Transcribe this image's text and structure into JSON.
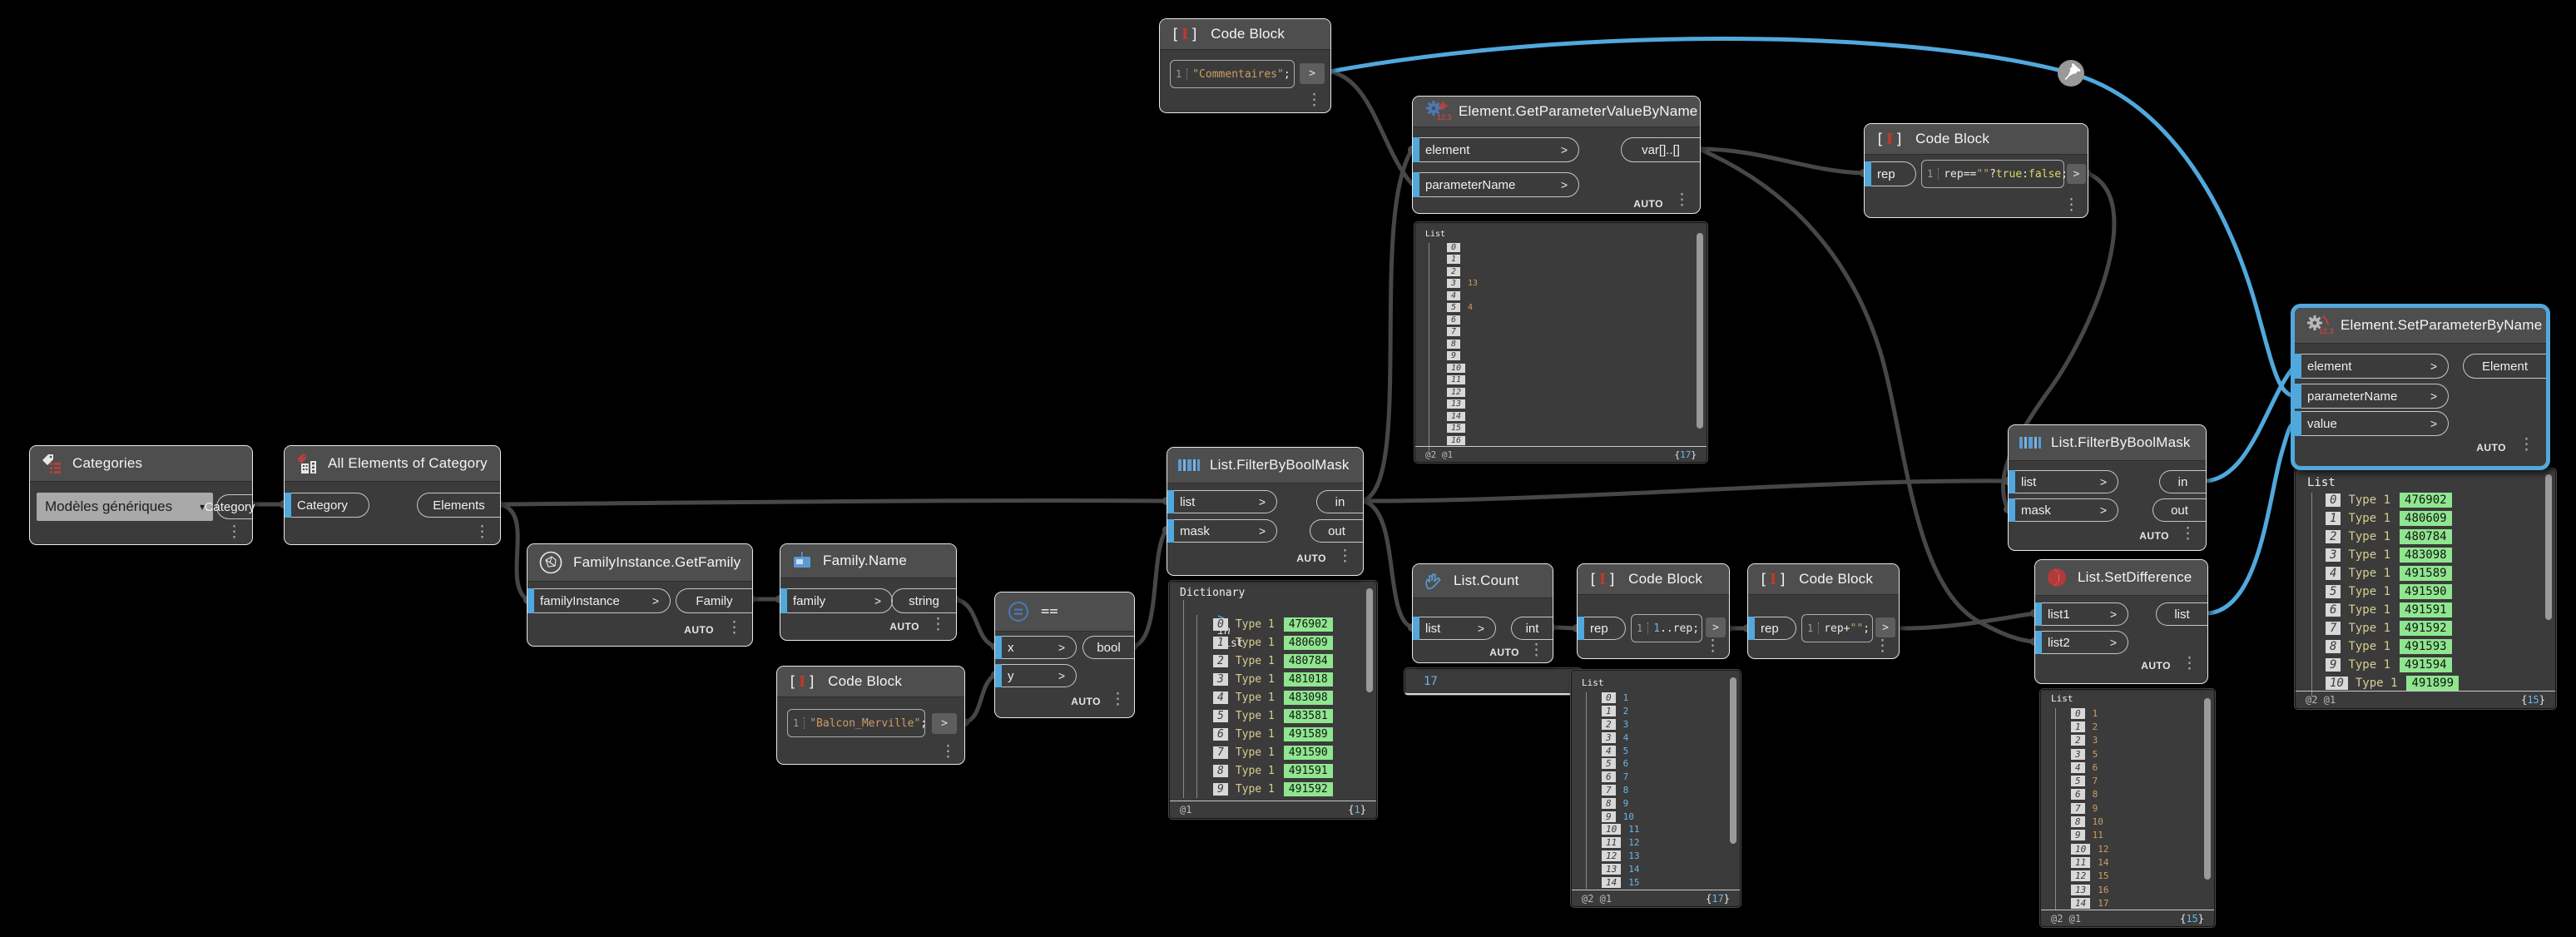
{
  "ui": {
    "chevron": ">",
    "ellipsis": "⋮",
    "caret": "▾",
    "open_brace": "{",
    "close_brace": "}",
    "bracket_l": "[",
    "bracket_i": "I",
    "bracket_r": "]",
    "branch_chevron": ">"
  },
  "colors": {
    "accent": "#51A8DD",
    "node_bg": "#3B3B3B",
    "header_bg": "#4E4E4E",
    "green_badge": "#8FE68F",
    "string_orange": "#CE9C62",
    "number_blue": "#6CB5E8"
  },
  "nodes": {
    "cb1": {
      "title": "Code Block",
      "line_no": "1",
      "code": [
        {
          "text": "\"Commentaires\"",
          "cls": "str"
        },
        {
          "text": ";",
          "cls": "pln"
        }
      ]
    },
    "getparam": {
      "title": "Element.GetParameterValueByName",
      "badge": "12.3",
      "in1": "element",
      "in2": "parameterName",
      "out1": "var[]..[]",
      "lacing": "AUTO"
    },
    "cb2": {
      "title": "Code Block",
      "in1": "rep",
      "line_no": "1",
      "code": [
        {
          "text": "rep==",
          "cls": "pln"
        },
        {
          "text": "\"\"",
          "cls": "str"
        },
        {
          "text": "?",
          "cls": "pln"
        },
        {
          "text": "true",
          "cls": "kw"
        },
        {
          "text": ":",
          "cls": "pln"
        },
        {
          "text": "false",
          "cls": "kw"
        },
        {
          "text": ";",
          "cls": "pln"
        }
      ]
    },
    "setparam": {
      "title": "Element.SetParameterByName",
      "badge": "12.3",
      "in1": "element",
      "in2": "parameterName",
      "in3": "value",
      "out1": "Element",
      "lacing": "AUTO"
    },
    "categories": {
      "title": "Categories",
      "dropdown_value": "Modèles génériques",
      "out1": "Category"
    },
    "allelem": {
      "title": "All Elements of Category",
      "in1": "Category",
      "out1": "Elements"
    },
    "getfamily": {
      "title": "FamilyInstance.GetFamily",
      "in1": "familyInstance",
      "out1": "Family",
      "lacing": "AUTO"
    },
    "famname": {
      "title": "Family.Name",
      "in1": "family",
      "out1": "string",
      "lacing": "AUTO"
    },
    "eq": {
      "title": "==",
      "in1": "x",
      "in2": "y",
      "out1": "bool",
      "lacing": "AUTO"
    },
    "cb3": {
      "title": "Code Block",
      "line_no": "1",
      "code": [
        {
          "text": "\"Balcon_Merville\"",
          "cls": "str"
        },
        {
          "text": ";",
          "cls": "pln"
        }
      ]
    },
    "fbm1": {
      "title": "List.FilterByBoolMask",
      "in1": "list",
      "in2": "mask",
      "out1": "in",
      "out2": "out",
      "lacing": "AUTO"
    },
    "count": {
      "title": "List.Count",
      "in1": "list",
      "out1": "int",
      "lacing": "AUTO"
    },
    "cb4": {
      "title": "Code Block",
      "in1": "rep",
      "line_no": "1",
      "code": [
        {
          "text": "1",
          "cls": "num"
        },
        {
          "text": "..rep;",
          "cls": "pln"
        }
      ]
    },
    "cb5": {
      "title": "Code Block",
      "in1": "rep",
      "line_no": "1",
      "code": [
        {
          "text": "rep+",
          "cls": "pln"
        },
        {
          "text": "\"\"",
          "cls": "str"
        },
        {
          "text": ";",
          "cls": "pln"
        }
      ]
    },
    "fbm2": {
      "title": "List.FilterByBoolMask",
      "in1": "list",
      "in2": "mask",
      "out1": "in",
      "out2": "out",
      "lacing": "AUTO"
    },
    "setdiff": {
      "title": "List.SetDifference",
      "in1": "list1",
      "in2": "list2",
      "out1": "list",
      "lacing": "AUTO"
    }
  },
  "previews": {
    "param_values": {
      "header": "List",
      "footer_left": "@2 @1",
      "count": "17",
      "rows": [
        {
          "i": "0",
          "v": ""
        },
        {
          "i": "1",
          "v": ""
        },
        {
          "i": "2",
          "v": ""
        },
        {
          "i": "3",
          "v": "13"
        },
        {
          "i": "4",
          "v": ""
        },
        {
          "i": "5",
          "v": "4"
        },
        {
          "i": "6",
          "v": ""
        },
        {
          "i": "7",
          "v": ""
        },
        {
          "i": "8",
          "v": ""
        },
        {
          "i": "9",
          "v": ""
        },
        {
          "i": "10",
          "v": ""
        },
        {
          "i": "11",
          "v": ""
        },
        {
          "i": "12",
          "v": ""
        },
        {
          "i": "13",
          "v": ""
        },
        {
          "i": "14",
          "v": ""
        },
        {
          "i": "15",
          "v": ""
        },
        {
          "i": "16",
          "v": ""
        }
      ]
    },
    "dict": {
      "header": "Dictionary",
      "branch_in": "in",
      "branch_list": "List",
      "footer_left": "@1",
      "count": "1",
      "rows": [
        {
          "i": "0",
          "t": "Type 1",
          "v": "476902"
        },
        {
          "i": "1",
          "t": "Type 1",
          "v": "480609"
        },
        {
          "i": "2",
          "t": "Type 1",
          "v": "480784"
        },
        {
          "i": "3",
          "t": "Type 1",
          "v": "481018"
        },
        {
          "i": "4",
          "t": "Type 1",
          "v": "483098"
        },
        {
          "i": "5",
          "t": "Type 1",
          "v": "483581"
        },
        {
          "i": "6",
          "t": "Type 1",
          "v": "491589"
        },
        {
          "i": "7",
          "t": "Type 1",
          "v": "491590"
        },
        {
          "i": "8",
          "t": "Type 1",
          "v": "491591"
        },
        {
          "i": "9",
          "t": "Type 1",
          "v": "491592"
        }
      ]
    },
    "count_box": {
      "value": "17"
    },
    "range": {
      "header": "List",
      "footer_left": "@2 @1",
      "count": "17",
      "rows": [
        {
          "i": "0",
          "v": "1"
        },
        {
          "i": "1",
          "v": "2"
        },
        {
          "i": "2",
          "v": "3"
        },
        {
          "i": "3",
          "v": "4"
        },
        {
          "i": "4",
          "v": "5"
        },
        {
          "i": "5",
          "v": "6"
        },
        {
          "i": "6",
          "v": "7"
        },
        {
          "i": "7",
          "v": "8"
        },
        {
          "i": "8",
          "v": "9"
        },
        {
          "i": "9",
          "v": "10"
        },
        {
          "i": "10",
          "v": "11"
        },
        {
          "i": "11",
          "v": "12"
        },
        {
          "i": "12",
          "v": "13"
        },
        {
          "i": "13",
          "v": "14"
        },
        {
          "i": "14",
          "v": "15"
        }
      ]
    },
    "diff": {
      "header": "List",
      "footer_left": "@2 @1",
      "count": "15",
      "rows": [
        {
          "i": "0",
          "v": "1"
        },
        {
          "i": "1",
          "v": "2"
        },
        {
          "i": "2",
          "v": "3"
        },
        {
          "i": "3",
          "v": "5"
        },
        {
          "i": "4",
          "v": "6"
        },
        {
          "i": "5",
          "v": "7"
        },
        {
          "i": "6",
          "v": "8"
        },
        {
          "i": "7",
          "v": "9"
        },
        {
          "i": "8",
          "v": "10"
        },
        {
          "i": "9",
          "v": "11"
        },
        {
          "i": "10",
          "v": "12"
        },
        {
          "i": "11",
          "v": "14"
        },
        {
          "i": "12",
          "v": "15"
        },
        {
          "i": "13",
          "v": "16"
        },
        {
          "i": "14",
          "v": "17"
        }
      ]
    },
    "result": {
      "header": "List",
      "footer_left": "@2 @1",
      "count": "15",
      "rows": [
        {
          "i": "0",
          "t": "Type 1",
          "v": "476902"
        },
        {
          "i": "1",
          "t": "Type 1",
          "v": "480609"
        },
        {
          "i": "2",
          "t": "Type 1",
          "v": "480784"
        },
        {
          "i": "3",
          "t": "Type 1",
          "v": "483098"
        },
        {
          "i": "4",
          "t": "Type 1",
          "v": "491589"
        },
        {
          "i": "5",
          "t": "Type 1",
          "v": "491590"
        },
        {
          "i": "6",
          "t": "Type 1",
          "v": "491591"
        },
        {
          "i": "7",
          "t": "Type 1",
          "v": "491592"
        },
        {
          "i": "8",
          "t": "Type 1",
          "v": "491593"
        },
        {
          "i": "9",
          "t": "Type 1",
          "v": "491594"
        },
        {
          "i": "10",
          "t": "Type 1",
          "v": "491899"
        }
      ]
    }
  }
}
